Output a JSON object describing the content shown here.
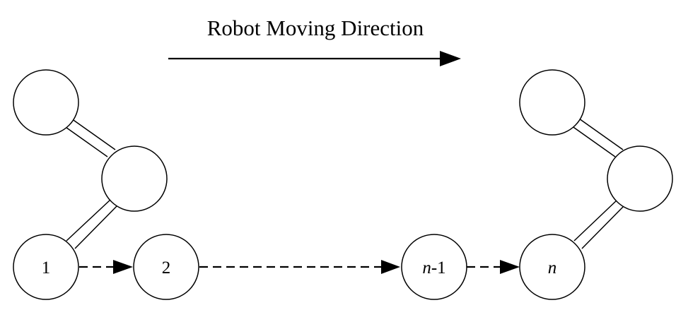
{
  "title": "Robot Moving Direction",
  "nodes": {
    "first": "1",
    "second": "2",
    "penultimate_italic": "n",
    "penultimate_suffix": "-1",
    "last": "n"
  }
}
